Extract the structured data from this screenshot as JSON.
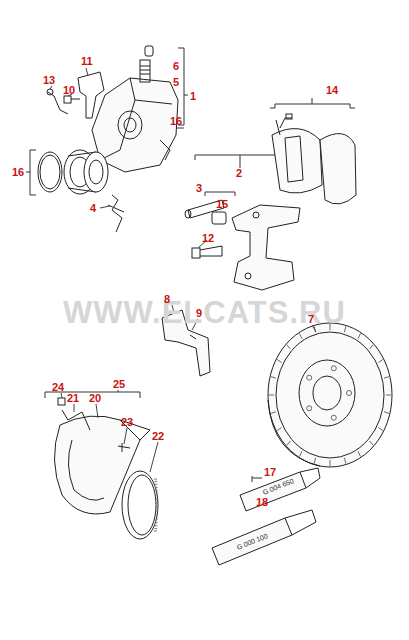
{
  "diagram": {
    "labels": [
      "WWW.ELCATS.RU",
      "6",
      "5",
      "1",
      "11",
      "13",
      "10",
      "16",
      "16",
      "4",
      "14",
      "2",
      "3",
      "15",
      "12",
      "8",
      "9",
      "7",
      "24",
      "25",
      "21",
      "20",
      "23",
      "22",
      "17",
      "18",
      "G 004 650",
      "G 000 100"
    ]
  }
}
